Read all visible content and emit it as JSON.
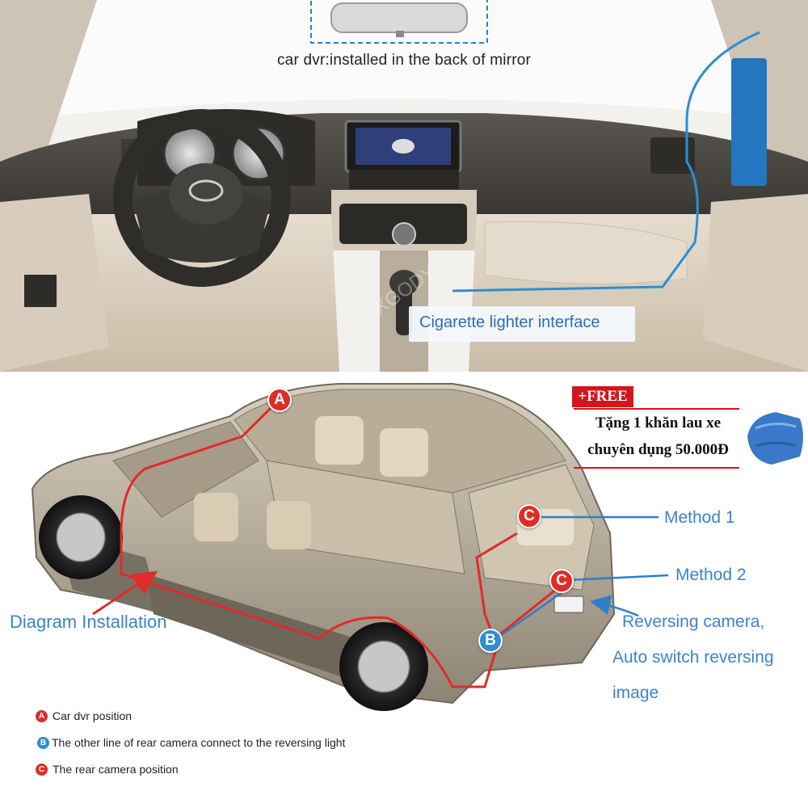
{
  "interior_photo": {
    "mirror_caption": "car dvr:installed in the back of mirror",
    "power_caption": "Cigarette lighter interface"
  },
  "diagram": {
    "title": "Diagram Installation",
    "markers": {
      "a": "A",
      "b": "B",
      "c1": "C",
      "c2": "C"
    },
    "method_1": "Method 1",
    "method_2": "Method 2",
    "reversing_lines": [
      "Reversing camera,",
      "Auto switch reversing",
      "image"
    ],
    "legend": [
      {
        "letter": "A",
        "text": "Car dvr position",
        "color": "#e12b26"
      },
      {
        "letter": "B",
        "text": "The other line of rear camera connect to the reversing light",
        "color": "#2f8dd1"
      },
      {
        "letter": "C",
        "text": "The rear camera position",
        "color": "#e12b26"
      }
    ]
  },
  "promo": {
    "badge": "+FREE",
    "line_1": "Tặng 1 khăn lau xe",
    "line_2": "chuyên dụng 50.000Đ"
  },
  "colors": {
    "accent_blue": "#3b83c9",
    "marker_red": "#e12b26",
    "marker_blue": "#2f8dd1",
    "promo_red": "#d6141b"
  }
}
